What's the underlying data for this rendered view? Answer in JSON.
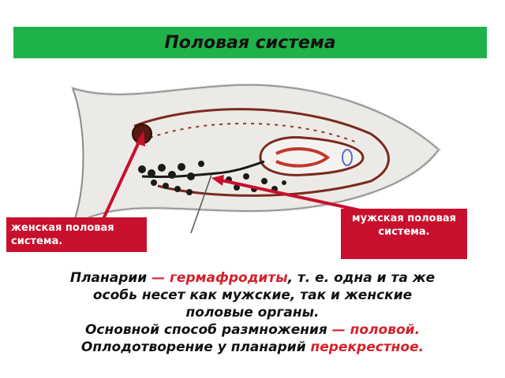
{
  "title": "Половая система",
  "labels": {
    "female": "женская половая система.",
    "male": "мужская половая система."
  },
  "text": {
    "line1_a": "Планарии ",
    "line1_b": "— гермафродиты",
    "line1_c": ", т. е. одна и та же",
    "line2": "особь несет как мужские, так и женские",
    "line3": "половые органы.",
    "line4_a": "Основной способ размножения ",
    "line4_b": "— половой.",
    "line5_a": "Оплодотворение у планарий ",
    "line5_b": "перекрестное."
  },
  "colors": {
    "title_bg": "#1fb24a",
    "label_bg": "#c8102e",
    "accent_red": "#d6202a",
    "organ_brown": "#7a2a1e"
  }
}
